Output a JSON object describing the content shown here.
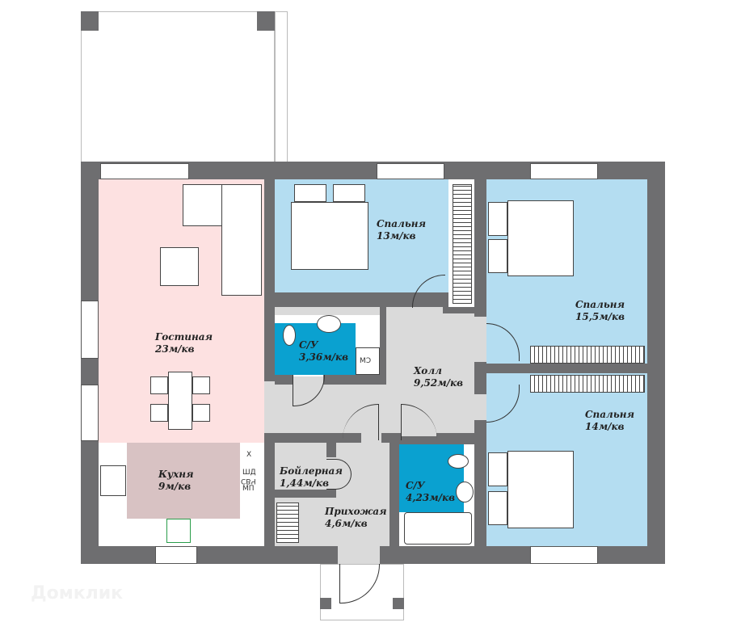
{
  "rooms": {
    "living": {
      "name": "Гостиная",
      "area": "23м/кв"
    },
    "kitchen": {
      "name": "Кухня",
      "area": "9м/кв"
    },
    "bedroom1": {
      "name": "Спальня",
      "area": "13м/кв"
    },
    "bedroom2": {
      "name": "Спальня",
      "area": "15,5м/кв"
    },
    "bedroom3": {
      "name": "Спальня",
      "area": "14м/кв"
    },
    "bath1": {
      "name": "С/У",
      "area": "3,36м/кв"
    },
    "bath2": {
      "name": "С/У",
      "area": "4,23м/кв"
    },
    "hall": {
      "name": "Холл",
      "area": "9,52м/кв"
    },
    "boiler": {
      "name": "Бойлерная",
      "area": "1,44м/кв"
    },
    "entry": {
      "name": "Прихожая",
      "area": "4,6м/кв"
    }
  },
  "appliances": {
    "washer": "СМ",
    "fridge": "Х",
    "dishwasher": "ШД",
    "oven": "СВЧ",
    "mp": "МП"
  },
  "watermark": "Домклик",
  "colors": {
    "wall": "#6e6e70",
    "living": "#fde1e1",
    "kitchen": "#d8c2c3",
    "bedroom": "#b4ddf1",
    "bathroom": "#0aa1d0",
    "hall": "#dadada"
  }
}
